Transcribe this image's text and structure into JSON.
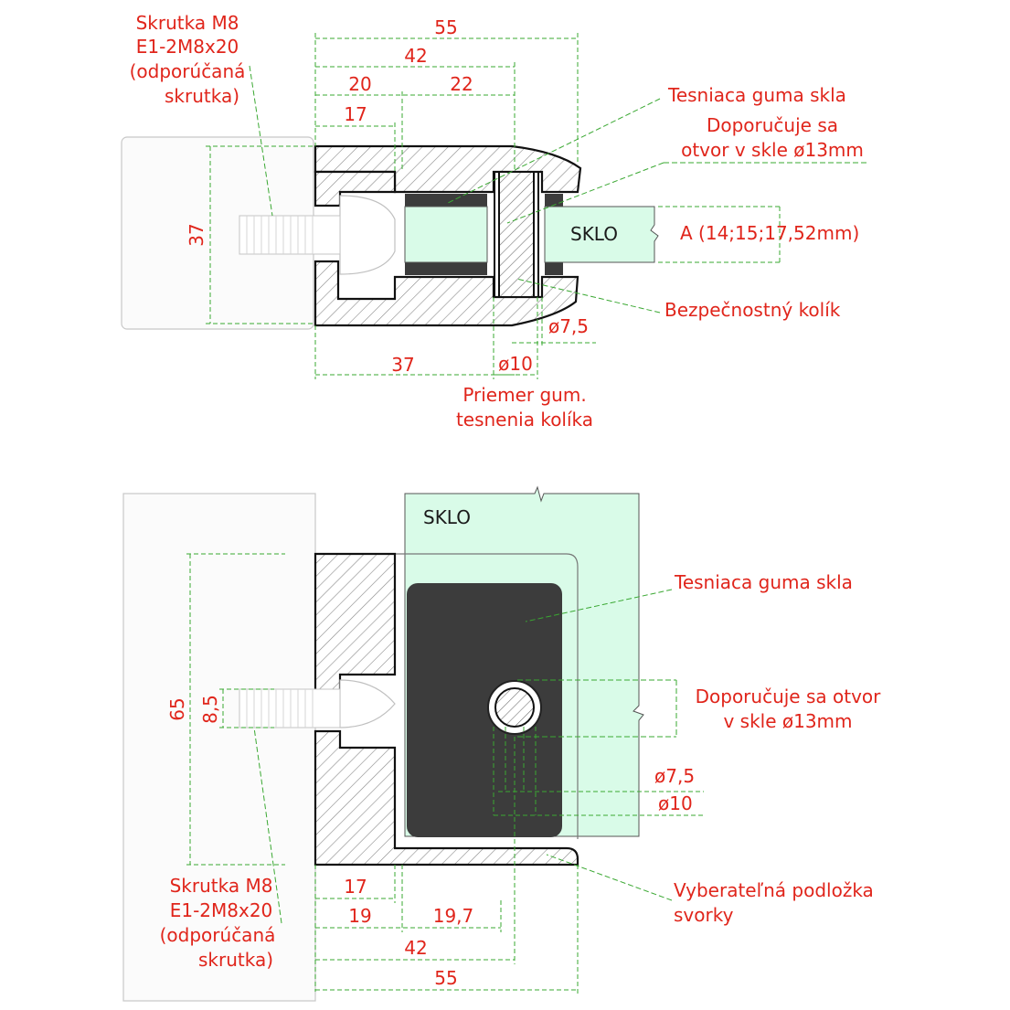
{
  "top_view": {
    "screw_label": [
      "Skrutka M8",
      "E1-2M8x20",
      "(odporúčaná",
      "skrutka)"
    ],
    "dims": {
      "d55": "55",
      "d42": "42",
      "d20": "20",
      "d22": "22",
      "d17": "17",
      "d37v": "37",
      "d37h": "37",
      "d_phi10": "ø10",
      "d_phi7_5": "ø7,5"
    },
    "glass_label": "SKLO",
    "thickness_label": "A (14;15;17,52mm)",
    "callouts": {
      "rubber": "Tesniaca guma skla",
      "hole": [
        "Doporučuje sa",
        "otvor v skle ø13mm"
      ],
      "pin": "Bezpečnostný kolík",
      "pin_rubber": [
        "Priemer gum.",
        "tesnenia kolíka"
      ]
    }
  },
  "bottom_view": {
    "glass_label": "SKLO",
    "screw_label": [
      "Skrutka M8",
      "E1-2M8x20",
      "(odporúčaná",
      "skrutka)"
    ],
    "dims": {
      "d65": "65",
      "d8_5": "8,5",
      "d17": "17",
      "d19": "19",
      "d19_7": "19,7",
      "d42": "42",
      "d55": "55",
      "d_phi7_5": "ø7,5",
      "d_phi10": "ø10"
    },
    "callouts": {
      "rubber": "Tesniaca guma skla",
      "hole": [
        "Doporučuje sa otvor",
        "v skle ø13mm"
      ],
      "pad": [
        "Vyberateľná podložka",
        "svorky"
      ]
    }
  },
  "colors": {
    "dimension_text": "#e0251b",
    "dimension_line": "#3aa832",
    "glass_fill": "#d9fbe8",
    "rubber_fill": "#3c3c3c"
  }
}
